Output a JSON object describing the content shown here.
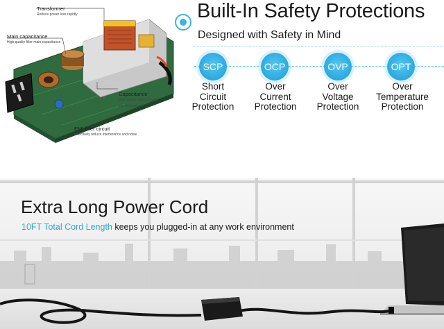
{
  "pcb_callouts": {
    "transformer": {
      "title": "Transformer",
      "desc": "Reduce power loss rapidly"
    },
    "main_cap": {
      "title": "Main capacitance",
      "desc": "High quality filter main capacitance"
    },
    "capacitance": {
      "title": "Capacitance",
      "desc_1": "High quality capacitance,",
      "desc_2": "low resistance"
    },
    "emi": {
      "title": "EMI filter circuit",
      "desc": "Effectively reduce interference and noise"
    }
  },
  "safety": {
    "headline": "Built-In Safety Protections",
    "subhead": "Designed with Safety in Mind",
    "items": [
      {
        "badge": "SCP",
        "line1": "Short",
        "line2": "Circuit",
        "line3": "Protection"
      },
      {
        "badge": "OCP",
        "line1": "Over",
        "line2": "Current",
        "line3": "Protection"
      },
      {
        "badge": "OVP",
        "line1": "Over",
        "line2": "Voltage",
        "line3": "Protection"
      },
      {
        "badge": "OPT",
        "line1": "Over",
        "line2": "Temperature",
        "line3": "Protection"
      }
    ]
  },
  "cord": {
    "title": "Extra Long Power Cord",
    "highlight": "10FT Total Cord Length",
    "rest": " keeps you plugged-in at any work environment"
  },
  "colors": {
    "accent": "#2aa9e0",
    "text": "#1a1a1a",
    "pcb_green": "#3c7a4a"
  },
  "icons": {
    "bullet": "ring-bullet-icon",
    "adapter": "power-adapter-icon",
    "laptop": "laptop-icon"
  }
}
